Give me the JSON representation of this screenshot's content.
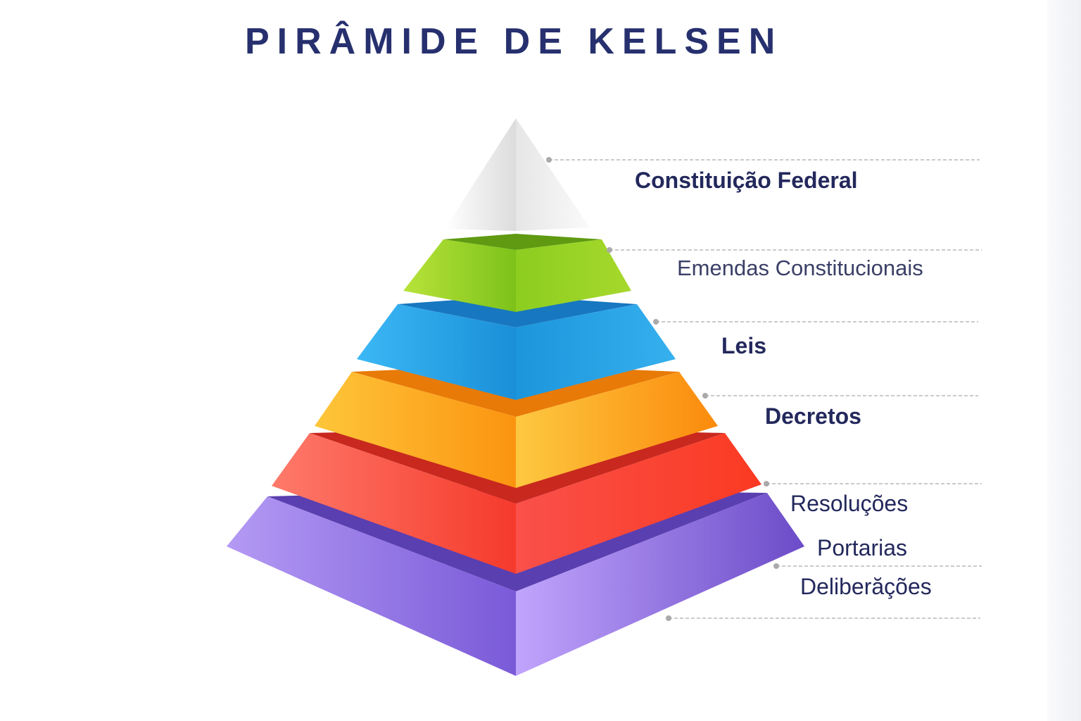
{
  "title": "PIRÂMIDE DE KELSEN",
  "levels": [
    {
      "label": "Constituição Federal",
      "color": "#f0f0f0"
    },
    {
      "label": "Emendas Constitucionais",
      "color": "#9ed42a"
    },
    {
      "label": "Leis",
      "color": "#2fa6e6"
    },
    {
      "label": "Decretos",
      "color": "#fba91e"
    },
    {
      "label": "Resoluções",
      "color": "#fb5a45"
    },
    {
      "label": "Portarias",
      "color": "#9b79ea"
    },
    {
      "label": "Deliberăções",
      "color": "#9b79ea"
    }
  ]
}
